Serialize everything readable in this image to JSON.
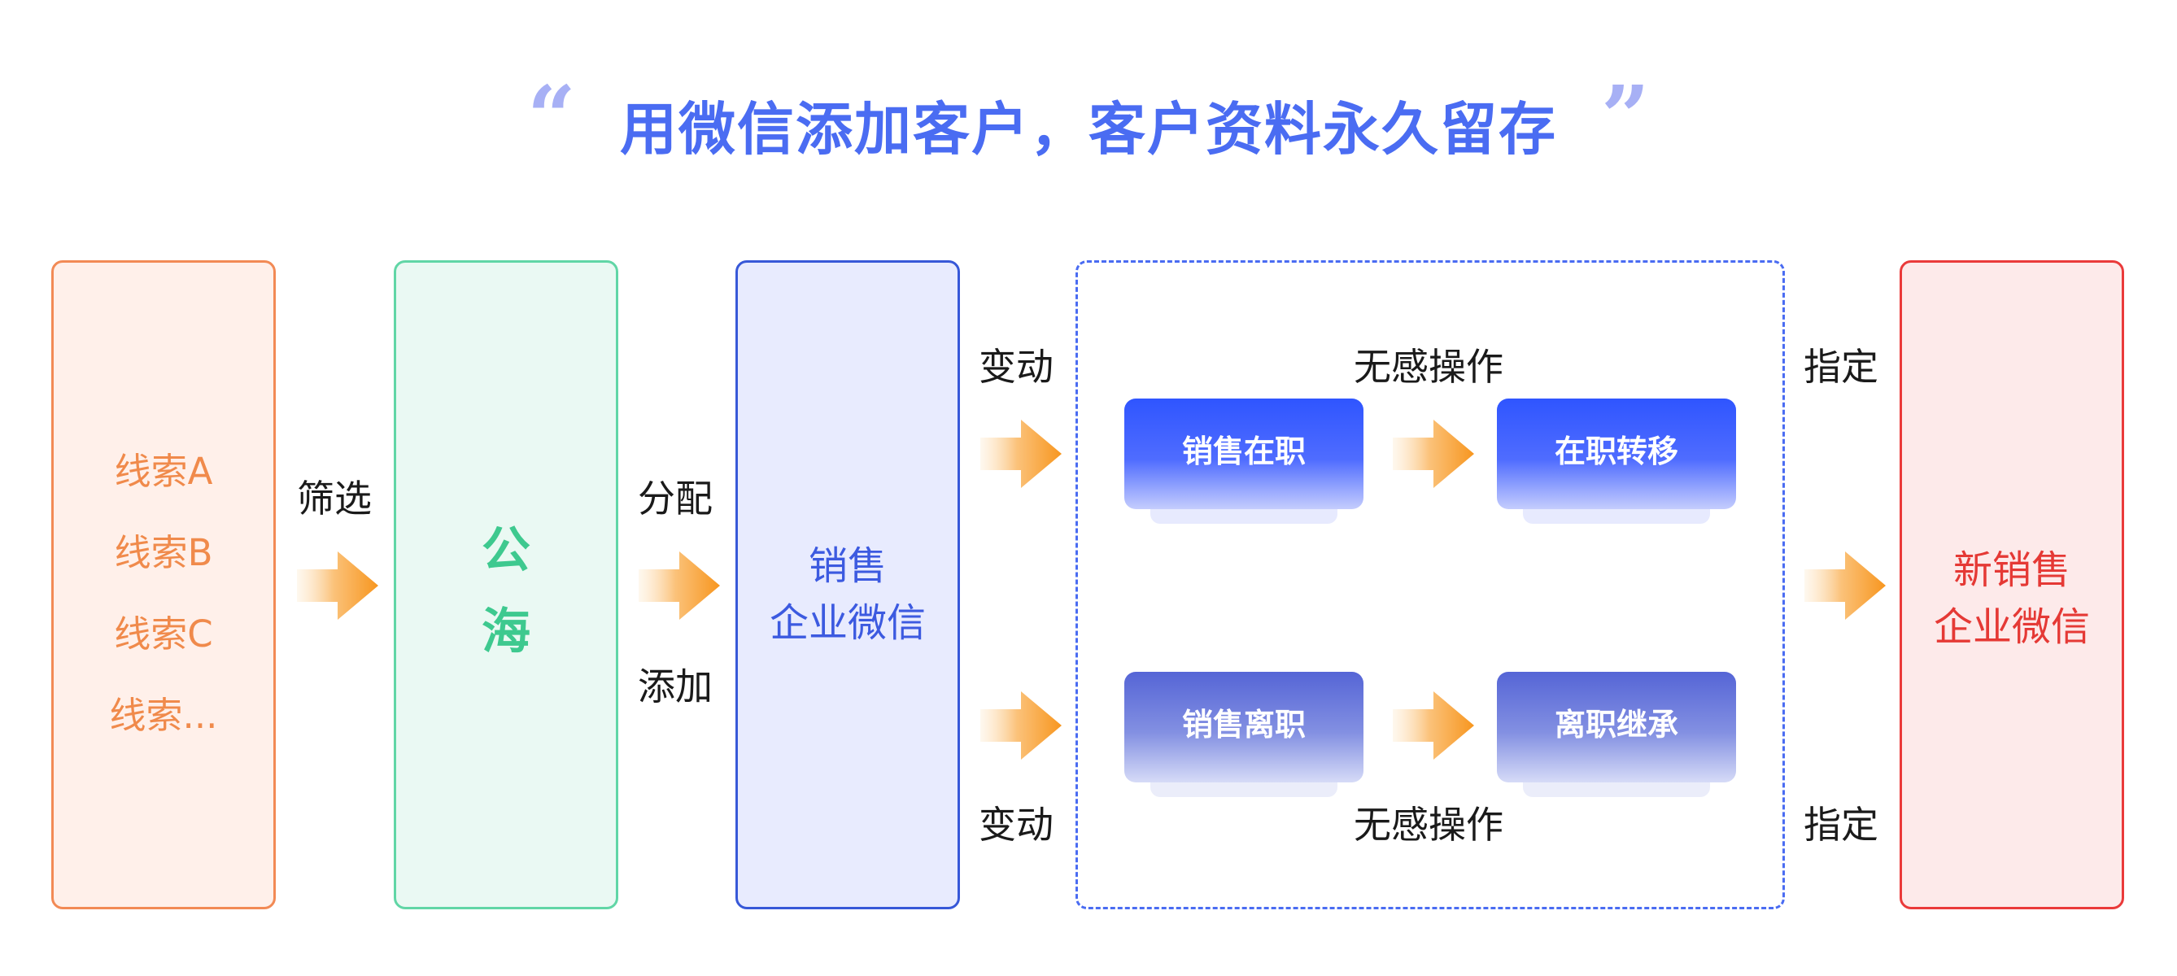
{
  "title": {
    "text": "用微信添加客户，客户资料永久留存",
    "open_quote": "“",
    "close_quote": "”"
  },
  "stages": {
    "leads": {
      "items": [
        "线索A",
        "线索B",
        "线索C",
        "线索..."
      ]
    },
    "pool": {
      "line1": "公",
      "line2": "海"
    },
    "sales": {
      "line1": "销售",
      "line2": "企业微信"
    },
    "new_sales": {
      "line1": "新销售",
      "line2": "企业微信"
    }
  },
  "labels": {
    "filter": "筛选",
    "assign": "分配",
    "add": "添加",
    "change_top": "变动",
    "change_bottom": "变动",
    "seamless_top": "无感操作",
    "seamless_bottom": "无感操作",
    "designate_top": "指定",
    "designate_bottom": "指定"
  },
  "cards": {
    "sales_active": "销售在职",
    "transfer_active": "在职转移",
    "sales_resigned": "销售离职",
    "inherit_resigned": "离职继承"
  },
  "colors": {
    "title": "#4a6cf2",
    "quote": "#a7b0f5",
    "leads_text": "#f08a4b",
    "pool_text": "#3ec98f",
    "sales_text": "#3c5ae0",
    "new_sales_text": "#e53935",
    "arrow": "#f7a23a"
  }
}
